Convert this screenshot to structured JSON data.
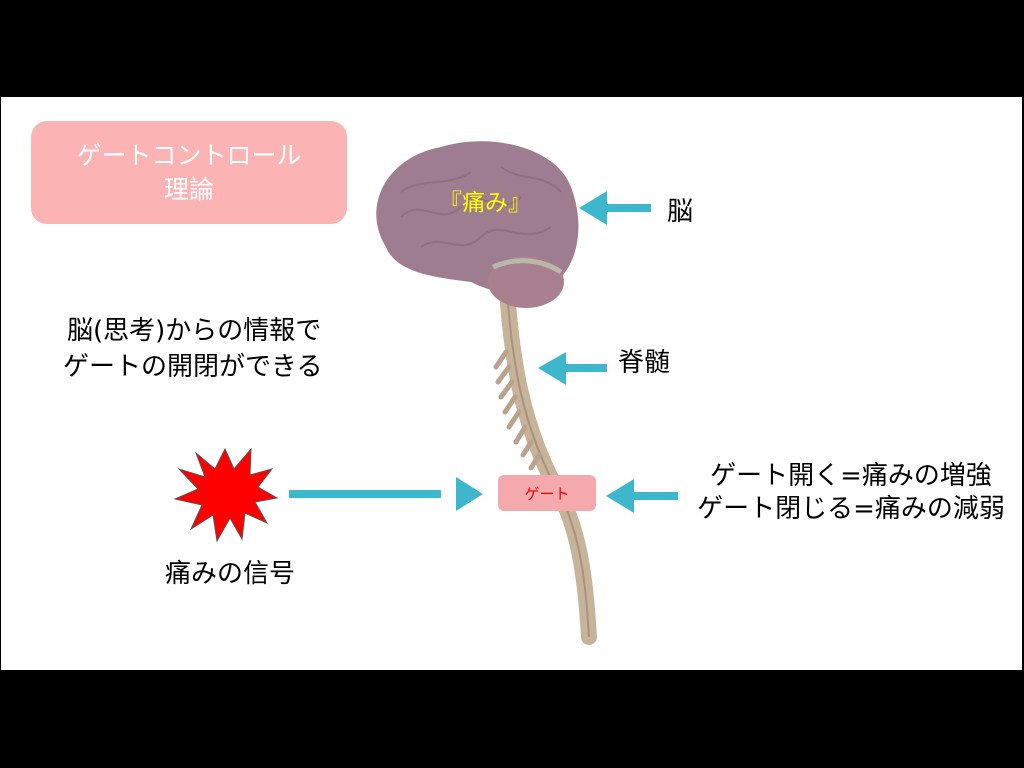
{
  "title": {
    "line1": "ゲートコントロール",
    "line2": "理論"
  },
  "brain_note": {
    "line1": "脳(思考)からの情報で",
    "line2": "ゲートの開閉ができる"
  },
  "brain_pain_label": "『痛み』",
  "labels": {
    "brain": "脳",
    "spinal_cord": "脊髄",
    "gate": "ゲート",
    "pain_signal": "痛みの信号"
  },
  "gate_effect": {
    "line1": "ゲート開く=痛みの増強",
    "line2": "ゲート閉じる=痛みの減弱"
  },
  "colors": {
    "arrow": "#3eb6cc",
    "title_bg": "#fbb3b3",
    "gate_bg": "#f4a9ad",
    "burst": "#ff0000",
    "brain": "#9c7a8e"
  }
}
